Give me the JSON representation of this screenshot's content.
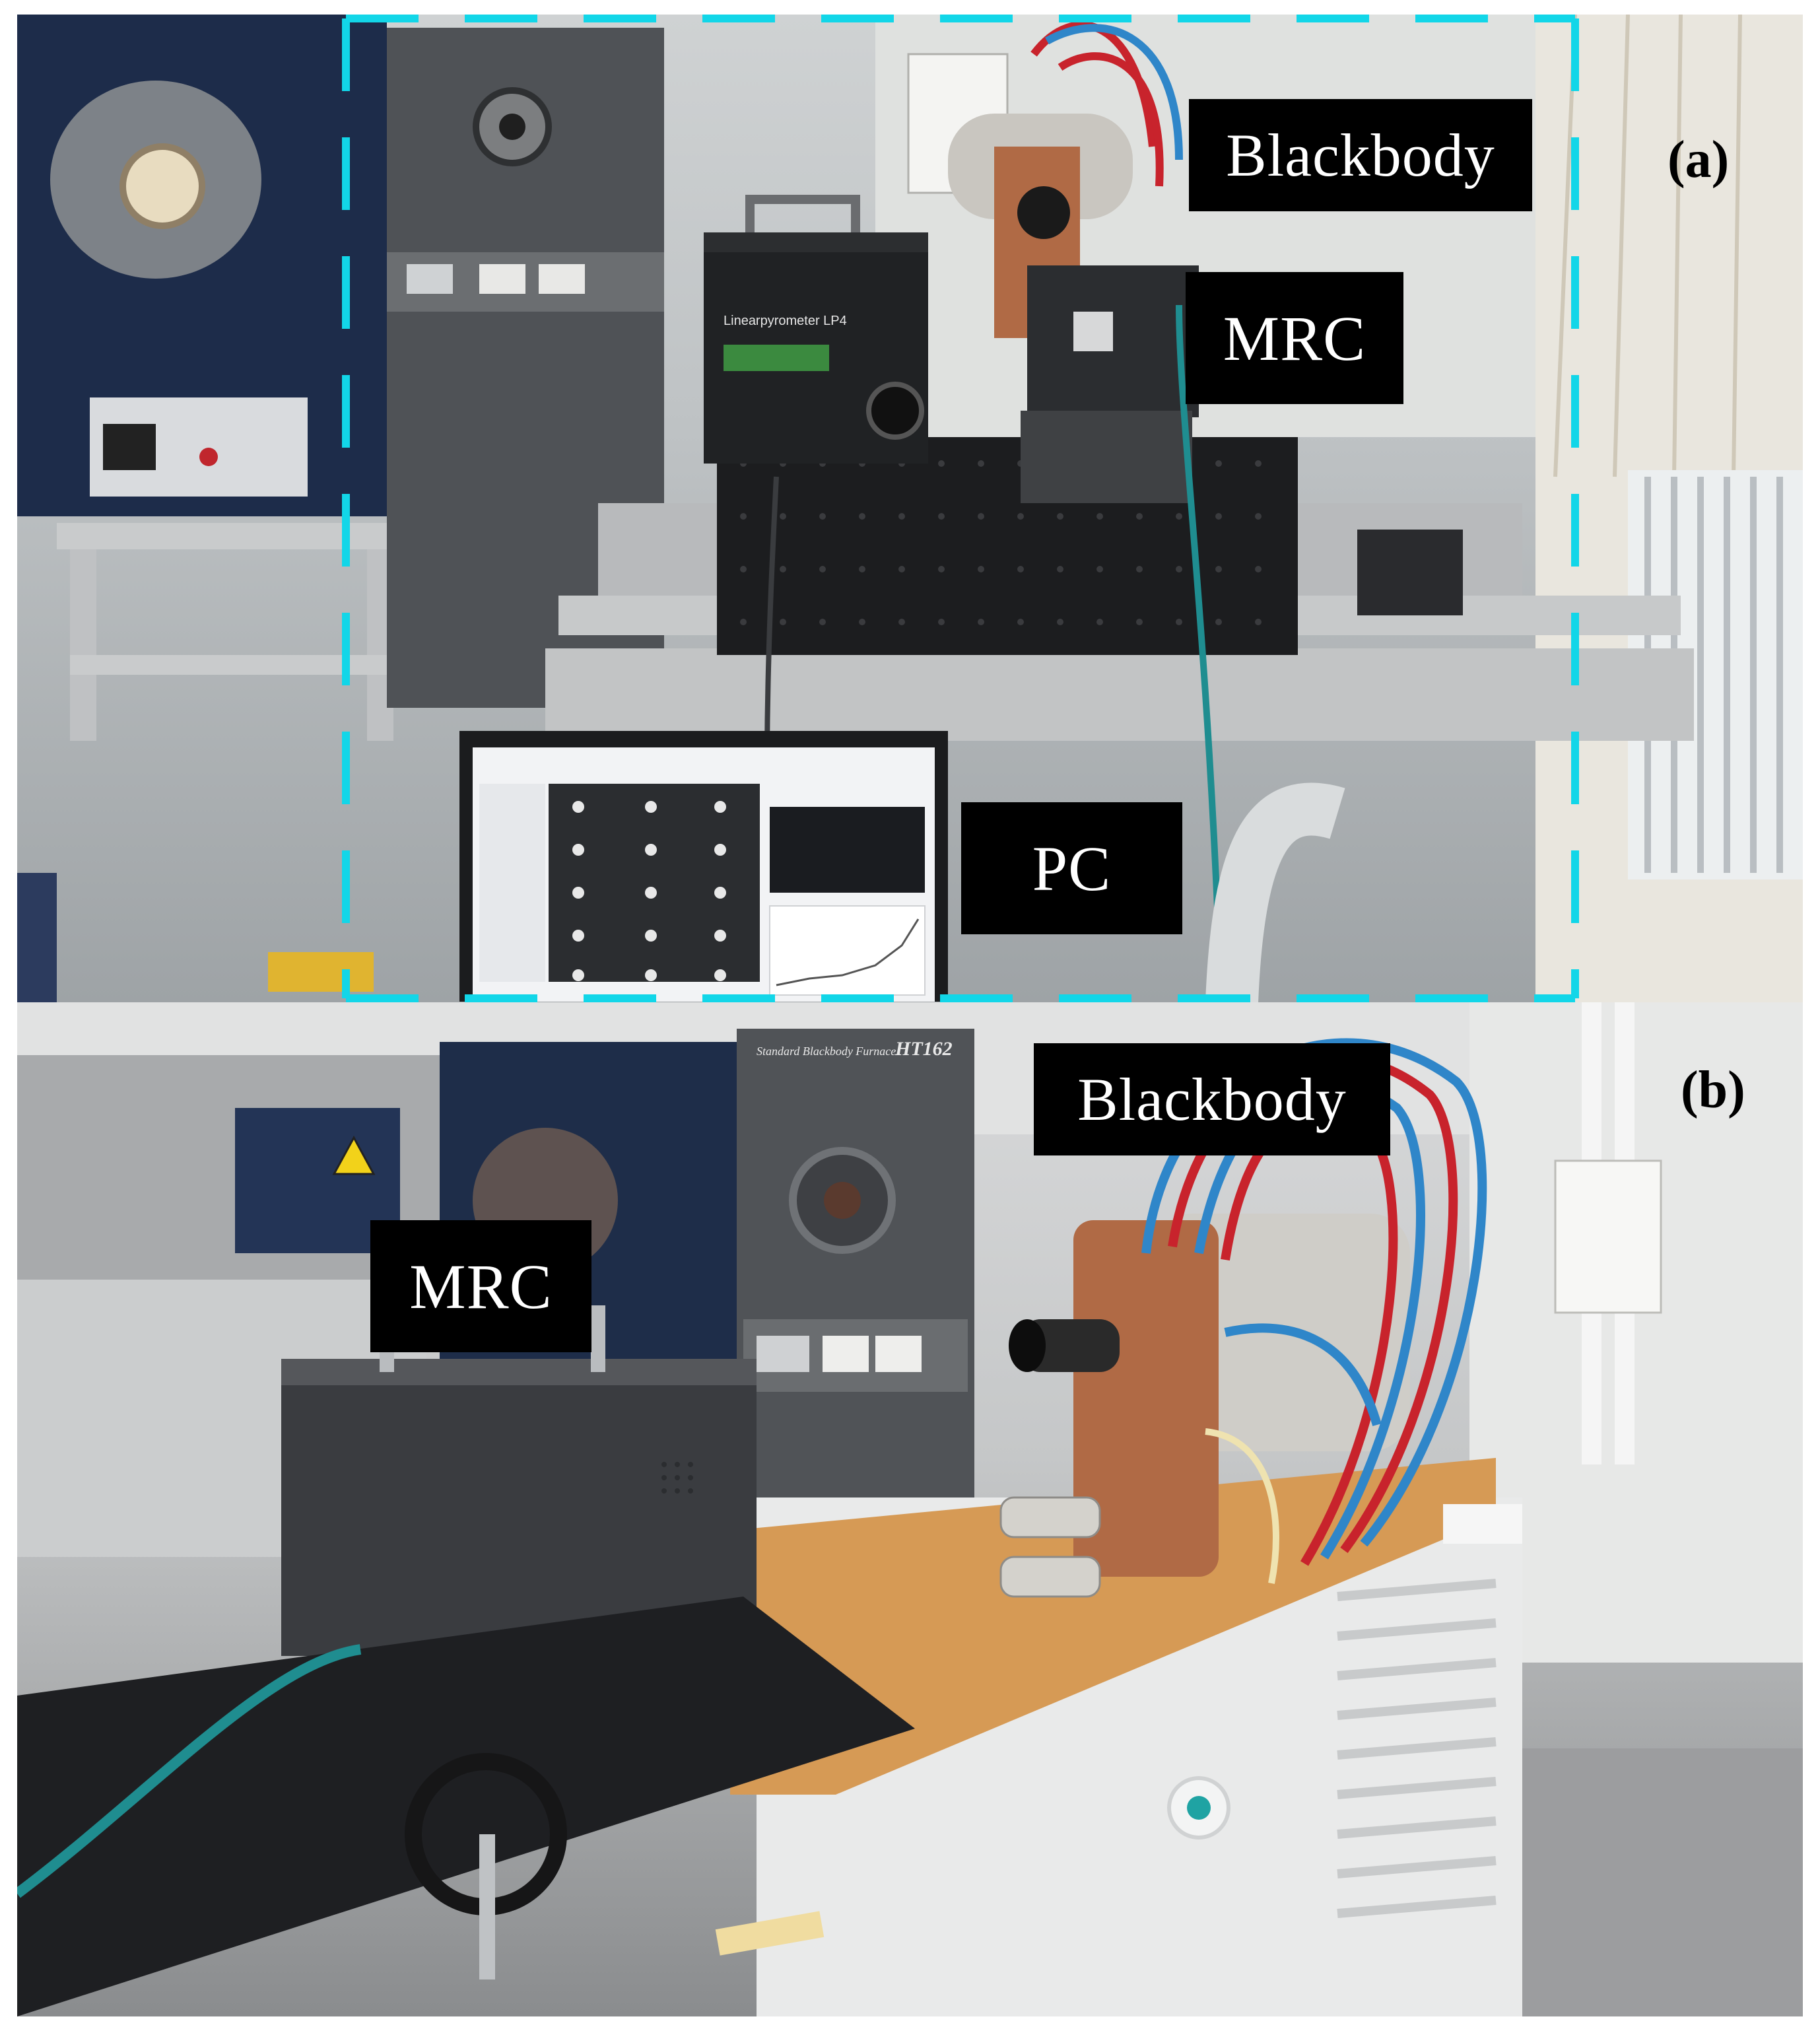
{
  "figure": {
    "panels": [
      {
        "id": "a",
        "label": "(a)",
        "annotations": {
          "blackbody": "Blackbody",
          "mrc": "MRC",
          "pc": "PC"
        }
      },
      {
        "id": "b",
        "label": "(b)",
        "annotations": {
          "blackbody": "Blackbody",
          "mrc": "MRC"
        }
      }
    ],
    "instrument_text": {
      "pyrometer_name": "Linearpyrometer LP4",
      "furnace_model": "HT162",
      "furnace_name": "Standard Blackbody Furnace"
    }
  },
  "colors": {
    "dashed_frame": "#12d6e8",
    "label_box_bg": "#000000",
    "label_box_text": "#ffffff",
    "cable_red": "#c8232c",
    "cable_blue": "#2f86c9",
    "cable_teal": "#1f8d90",
    "copper": "#b06a45"
  }
}
